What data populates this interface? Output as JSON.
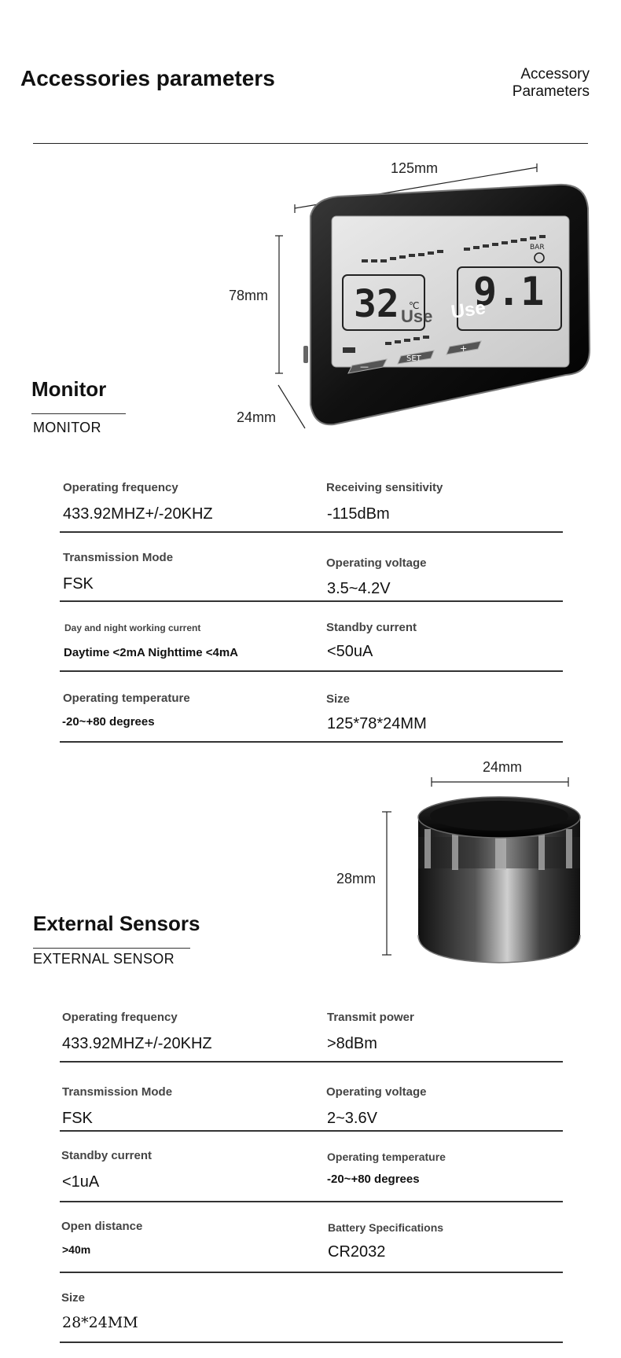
{
  "header": {
    "title": "Accessories parameters",
    "subtitle_line1": "Accessory",
    "subtitle_line2": "Parameters"
  },
  "monitor": {
    "title": "Monitor",
    "subtitle": "MONITOR",
    "dim_width": "125mm",
    "dim_height": "78mm",
    "dim_depth": "24mm",
    "display": {
      "temp": "32",
      "temp_unit": "℃",
      "pressure": "9.1",
      "pressure_unit": "BAR",
      "watermark1": "Use",
      "watermark2": "Use",
      "btn_minus": "—",
      "btn_set": "SET",
      "btn_plus": "+"
    },
    "specs": [
      {
        "label": "Operating frequency",
        "value": "433.92MHZ+/-20KHZ"
      },
      {
        "label": "Receiving sensitivity",
        "value": "-115dBm"
      },
      {
        "label": "Transmission Mode",
        "value": "FSK"
      },
      {
        "label": "Operating voltage",
        "value": "3.5~4.2V"
      },
      {
        "label": "Day and night working current",
        "value": "Daytime <2mA Nighttime <4mA"
      },
      {
        "label": "Standby current",
        "value": "<50uA"
      },
      {
        "label": "Operating temperature",
        "value": "-20~+80 degrees"
      },
      {
        "label": "Size",
        "value": "125*78*24MM"
      }
    ]
  },
  "sensor": {
    "title": "External Sensors",
    "subtitle": "EXTERNAL SENSOR",
    "dim_width": "24mm",
    "dim_height": "28mm",
    "specs": [
      {
        "label": "Operating frequency",
        "value": "433.92MHZ+/-20KHZ"
      },
      {
        "label": "Transmit power",
        "value": ">8dBm"
      },
      {
        "label": "Transmission Mode",
        "value": "FSK"
      },
      {
        "label": "Operating voltage",
        "value": "2~3.6V"
      },
      {
        "label": "Standby current",
        "value": "<1uA"
      },
      {
        "label": "Operating temperature",
        "value": "-20~+80 degrees"
      },
      {
        "label": "Open distance",
        "value": ">40m"
      },
      {
        "label": "Battery Specifications",
        "value": "CR2032"
      },
      {
        "label": "Size",
        "value": "28*24MM"
      }
    ]
  }
}
